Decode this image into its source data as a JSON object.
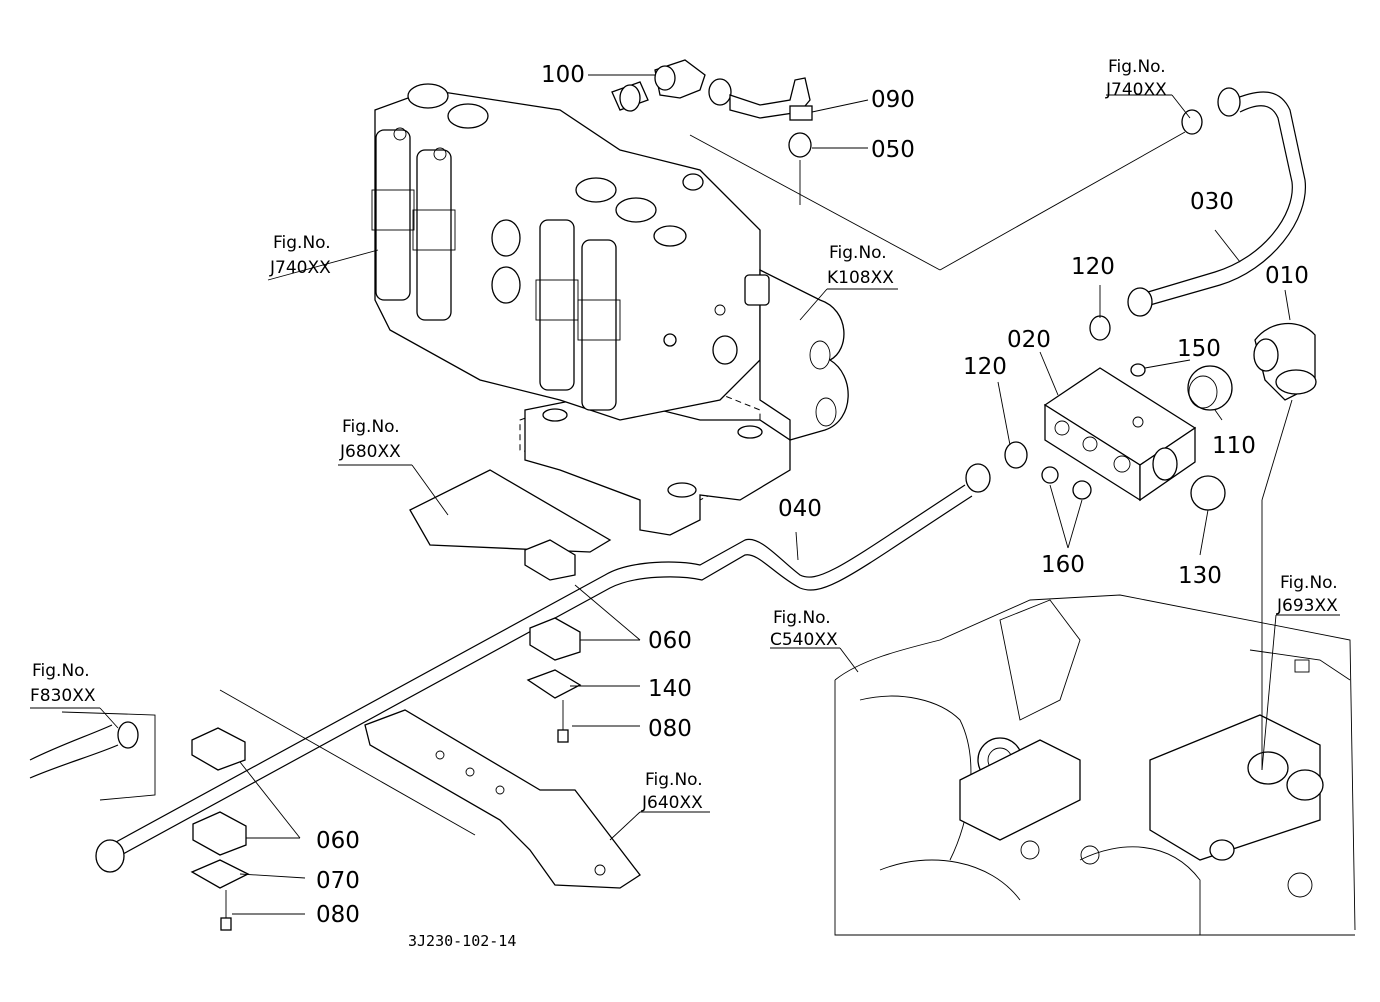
{
  "figure_code": "3J230-102-14",
  "part_numbers": {
    "p100": "100",
    "p090": "090",
    "p050": "050",
    "p030": "030",
    "p120a": "120",
    "p010": "010",
    "p020": "020",
    "p150": "150",
    "p120b": "120",
    "p110": "110",
    "p040": "040",
    "p160": "160",
    "p130": "130",
    "p060a": "060",
    "p140": "140",
    "p080a": "080",
    "p060b": "060",
    "p070": "070",
    "p080b": "080"
  },
  "figure_refs": [
    {
      "label": "Fig.No.",
      "code": "J740XX"
    },
    {
      "label": "Fig.No.",
      "code": "J740XX"
    },
    {
      "label": "Fig.No.",
      "code": "K108XX"
    },
    {
      "label": "Fig.No.",
      "code": "J680XX"
    },
    {
      "label": "Fig.No.",
      "code": "F830XX"
    },
    {
      "label": "Fig.No.",
      "code": "J640XX"
    },
    {
      "label": "Fig.No.",
      "code": "C540XX"
    },
    {
      "label": "Fig.No.",
      "code": "J693XX"
    }
  ]
}
